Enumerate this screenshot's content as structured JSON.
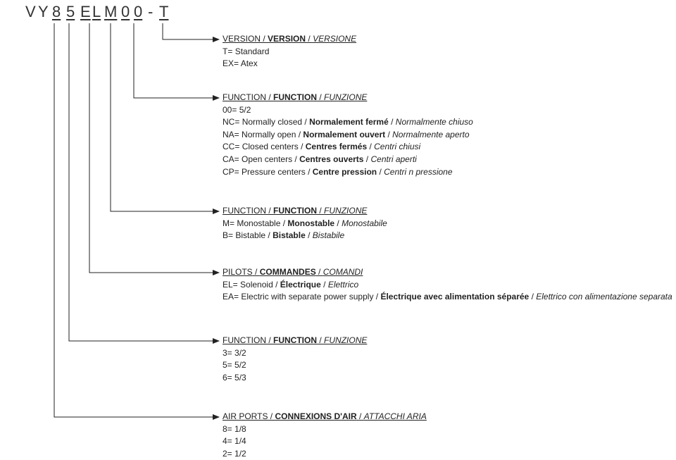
{
  "code": {
    "chars": [
      "V",
      "Y",
      "8",
      "5",
      "E",
      "L",
      "M",
      "0",
      "0",
      "-",
      "T"
    ]
  },
  "sections": [
    {
      "head": {
        "en": "VERSION",
        "fr": "VERSION",
        "it": "VERSIONE"
      },
      "items": [
        {
          "code": "T=",
          "en": "Standard"
        },
        {
          "code": "EX=",
          "en": "Atex"
        }
      ]
    },
    {
      "head": {
        "en": "FUNCTION",
        "fr": "FUNCTION",
        "it": "FUNZIONE"
      },
      "items": [
        {
          "code": "00=",
          "en": "5/2"
        },
        {
          "code": "NC=",
          "en": "Normally closed",
          "fr": "Normalement fermé",
          "it": "Normalmente chiuso"
        },
        {
          "code": "NA=",
          "en": "Normally open",
          "fr": "Normalement ouvert",
          "it": "Normalmente aperto"
        },
        {
          "code": "CC=",
          "en": "Closed centers",
          "fr": "Centres fermés",
          "it": "Centri chiusi"
        },
        {
          "code": "CA=",
          "en": "Open centers",
          "fr": "Centres ouverts",
          "it": "Centri aperti"
        },
        {
          "code": "CP=",
          "en": "Pressure centers",
          "fr": "Centre pression",
          "it": "Centri n pressione"
        }
      ]
    },
    {
      "head": {
        "en": "FUNCTION",
        "fr": "FUNCTION",
        "it": "FUNZIONE"
      },
      "items": [
        {
          "code": "M=",
          "en": "Monostable",
          "fr": "Monostable",
          "it": "Monostabile"
        },
        {
          "code": "B=",
          "en": "Bistable",
          "fr": "Bistable",
          "it": "Bistabile"
        }
      ]
    },
    {
      "head": {
        "en": "PILOTS",
        "fr": "COMMANDES",
        "it": "COMANDI"
      },
      "items": [
        {
          "code": "EL=",
          "en": "Solenoid",
          "fr": "Électrique",
          "it": "Elettrico"
        },
        {
          "code": "EA=",
          "en": "Electric with separate power supply",
          "fr": "Électrique avec alimentation séparée",
          "it": "Elettrico con alimentazione separata"
        }
      ]
    },
    {
      "head": {
        "en": "FUNCTION",
        "fr": "FUNCTION",
        "it": "FUNZIONE"
      },
      "items": [
        {
          "code": "3=",
          "en": "3/2"
        },
        {
          "code": "5=",
          "en": "5/2"
        },
        {
          "code": "6=",
          "en": "5/3"
        }
      ]
    },
    {
      "head": {
        "en": "AIR PORTS",
        "fr": "CONNEXIONS D'AIR",
        "it": "ATTACCHI ARIA"
      },
      "items": [
        {
          "code": "8=",
          "en": "1/8"
        },
        {
          "code": "4=",
          "en": "1/4"
        },
        {
          "code": "2=",
          "en": "1/2"
        }
      ]
    }
  ],
  "colors": {
    "line": "#222222",
    "text": "#222222"
  }
}
